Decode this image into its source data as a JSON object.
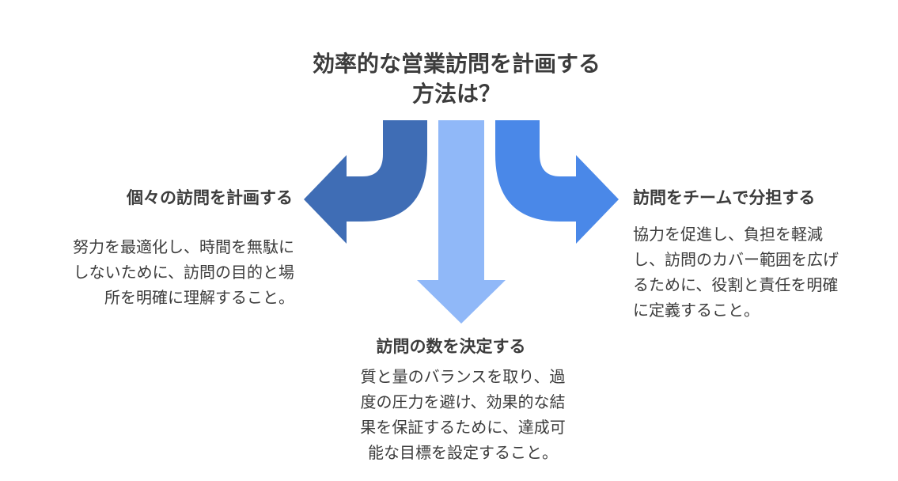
{
  "title": {
    "line1": "効率的な営業訪問を計画する",
    "line2": "方法は？"
  },
  "options": {
    "left": {
      "heading": "個々の訪問を計画する",
      "lines": [
        "努力を最適化し、時間を無駄に",
        "しないために、訪問の目的と場",
        "所を明確に理解すること。"
      ],
      "color": "#3f6db5"
    },
    "center": {
      "heading": "訪問の数を決定する",
      "lines": [
        "質と量のバランスを取り、過",
        "度の圧力を避け、効果的な結",
        "果を保証するために、達成可",
        "能な目標を設定すること。"
      ],
      "color": "#90b8f8"
    },
    "right": {
      "heading": "訪問をチームで分担する",
      "lines": [
        "協力を促進し、負担を軽減",
        "し、訪問のカバー範囲を広げ",
        "るために、役割と責任を明確",
        "に定義すること。"
      ],
      "color": "#4a88e8"
    }
  }
}
